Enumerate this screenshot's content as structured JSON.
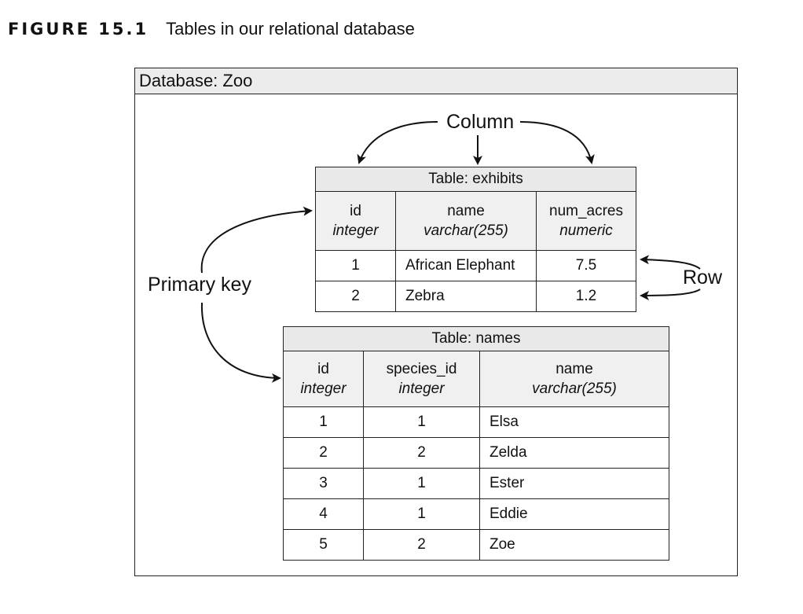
{
  "caption": {
    "figure_number": "FIGURE 15.1",
    "title": "Tables in our relational database"
  },
  "database": {
    "title": "Database: Zoo"
  },
  "labels": {
    "column": "Column",
    "row": "Row",
    "primary_key": "Primary key"
  },
  "tables": {
    "exhibits": {
      "caption": "Table: exhibits",
      "columns": [
        {
          "name": "id",
          "type": "integer"
        },
        {
          "name": "name",
          "type": "varchar(255)"
        },
        {
          "name": "num_acres",
          "type": "numeric"
        }
      ],
      "rows": [
        [
          "1",
          "African Elephant",
          "7.5"
        ],
        [
          "2",
          "Zebra",
          "1.2"
        ]
      ]
    },
    "names": {
      "caption": "Table: names",
      "columns": [
        {
          "name": "id",
          "type": "integer"
        },
        {
          "name": "species_id",
          "type": "integer"
        },
        {
          "name": "name",
          "type": "varchar(255)"
        }
      ],
      "rows": [
        [
          "1",
          "1",
          "Elsa"
        ],
        [
          "2",
          "2",
          "Zelda"
        ],
        [
          "3",
          "1",
          "Ester"
        ],
        [
          "4",
          "1",
          "Eddie"
        ],
        [
          "5",
          "2",
          "Zoe"
        ]
      ]
    }
  }
}
